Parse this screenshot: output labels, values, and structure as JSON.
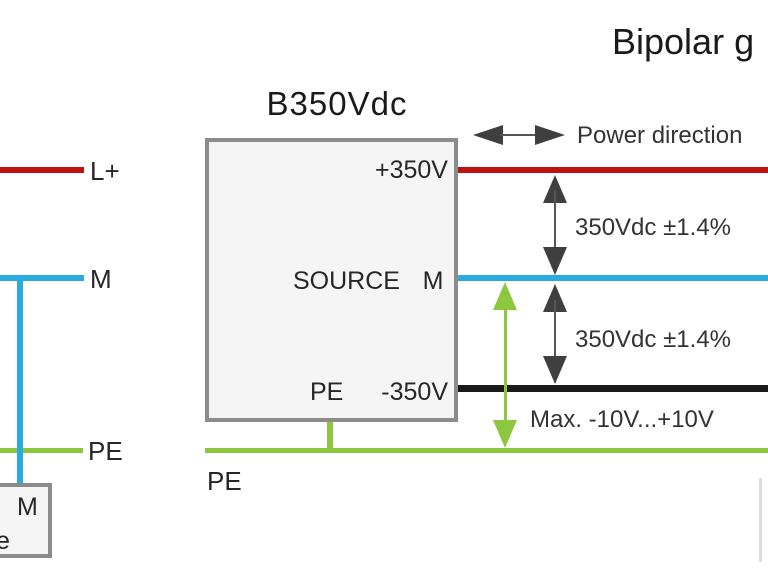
{
  "diagram": {
    "title": "Bipolar g",
    "source_box": {
      "title": "B350Vdc",
      "port_plus": "+350V",
      "source_label": "SOURCE",
      "port_m": "M",
      "port_pe": "PE",
      "port_minus": "-350V"
    },
    "left_rails": {
      "l_plus": "L+",
      "m": "M",
      "pe": "PE"
    },
    "left_box": {
      "port_m": "M",
      "partial_text": "e"
    },
    "labels": {
      "power_direction": "Power direction",
      "tolerance_upper": "350Vdc ±1.4%",
      "tolerance_lower": "350Vdc ±1.4%",
      "pe_offset": "Max. -10V...+10V",
      "pe_bus": "PE"
    },
    "colors": {
      "l_plus_line": "#c01010",
      "m_line": "#29abe2",
      "l_minus_line": "#1a1a1a",
      "pe_line": "#8dc63f",
      "measure_arrow": "#3f3f3f",
      "box_border": "#8c8c8c",
      "box_fill": "#f5f5f5"
    }
  }
}
